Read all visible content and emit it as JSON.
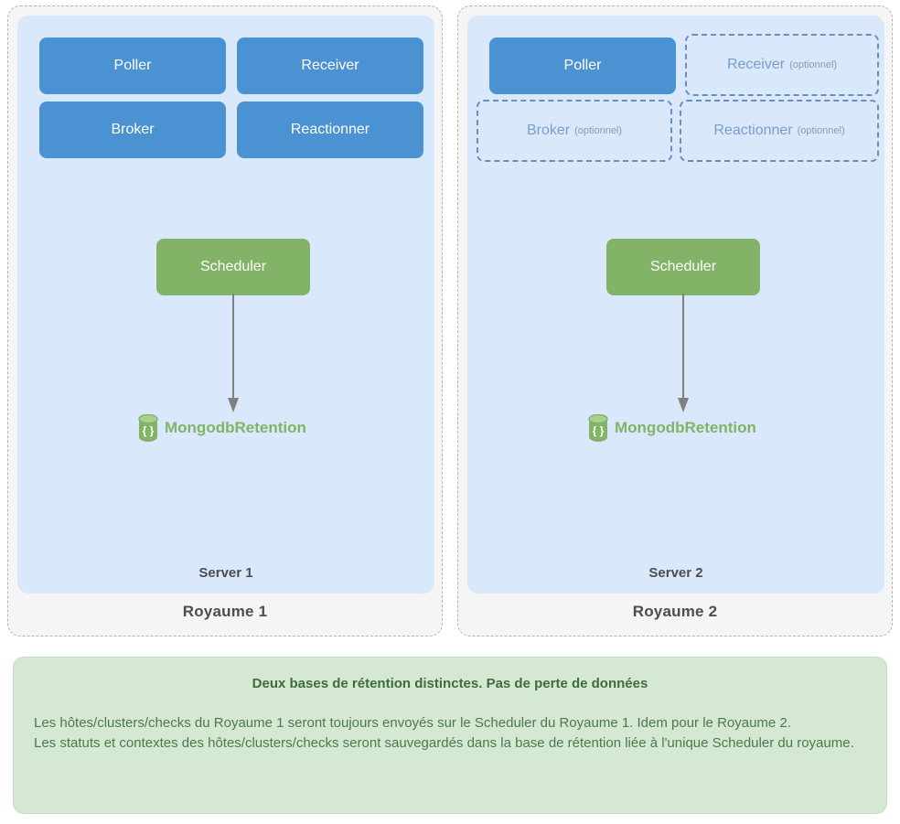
{
  "diagram": {
    "realms": [
      {
        "realm_label": "Royaume 1",
        "server_label": "Server 1",
        "daemons": [
          {
            "name": "Poller",
            "optional_suffix": "",
            "optional": false
          },
          {
            "name": "Receiver",
            "optional_suffix": "",
            "optional": false
          },
          {
            "name": "Broker",
            "optional_suffix": "",
            "optional": false
          },
          {
            "name": "Reactionner",
            "optional_suffix": "",
            "optional": false
          }
        ],
        "scheduler_label": "Scheduler",
        "retention_label": "MongodbRetention",
        "retention_icon": "database-icon"
      },
      {
        "realm_label": "Royaume 2",
        "server_label": "Server 2",
        "daemons": [
          {
            "name": "Poller",
            "optional_suffix": "",
            "optional": false
          },
          {
            "name": "Receiver",
            "optional_suffix": "(optionnel)",
            "optional": true
          },
          {
            "name": "Broker",
            "optional_suffix": "(optionnel)",
            "optional": true
          },
          {
            "name": "Reactionner",
            "optional_suffix": "(optionnel)",
            "optional": true
          }
        ],
        "scheduler_label": "Scheduler",
        "retention_label": "MongodbRetention",
        "retention_icon": "database-icon"
      }
    ]
  },
  "note": {
    "title": "Deux bases de rétention distinctes. Pas de perte de données",
    "lines": [
      "Les hôtes/clusters/checks du Royaume 1 seront toujours envoyés sur le Scheduler du Royaume 1. Idem pour le Royaume 2.",
      "Les statuts et contextes des hôtes/clusters/checks seront sauvegardés dans la base de rétention liée à l'unique Scheduler du royaume."
    ]
  },
  "colors": {
    "daemon_solid": "#4a92d1",
    "daemon_dashed_border": "#6c8ebf",
    "daemon_dashed_text": "#7a9ccd",
    "scheduler": "#82b366",
    "server_panel": "#dae8fc",
    "realm_card": "#f5f5f5",
    "note_bg": "#d5e8d4",
    "note_text": "#4a7a48",
    "arrow": "#808080"
  }
}
